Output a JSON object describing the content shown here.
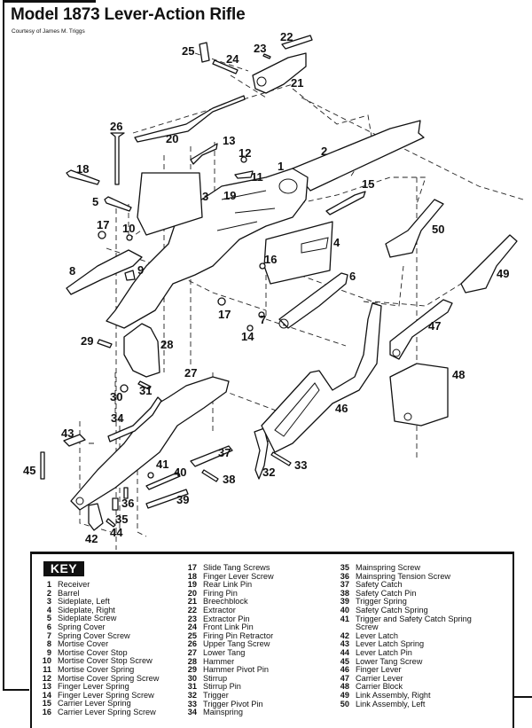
{
  "header": {
    "title": "Model 1873 Lever-Action Rifle",
    "credit": "Courtesy of James M. Triggs"
  },
  "diagram": {
    "labels": {
      "p1": "1",
      "p2": "2",
      "p3": "3",
      "p4": "4",
      "p5": "5",
      "p6": "6",
      "p7": "7",
      "p8": "8",
      "p9": "9",
      "p10": "10",
      "p11": "11",
      "p12": "12",
      "p13": "13",
      "p14": "14",
      "p15": "15",
      "p16": "16",
      "p17a": "17",
      "p17b": "17",
      "p18": "18",
      "p19": "19",
      "p20": "20",
      "p21": "21",
      "p22": "22",
      "p23": "23",
      "p24": "24",
      "p25": "25",
      "p26": "26",
      "p27": "27",
      "p28": "28",
      "p29": "29",
      "p30": "30",
      "p31": "31",
      "p32": "32",
      "p33": "33",
      "p34": "34",
      "p35": "35",
      "p36": "36",
      "p37": "37",
      "p38": "38",
      "p39": "39",
      "p40": "40",
      "p41": "41",
      "p42": "42",
      "p43": "43",
      "p44": "44",
      "p45": "45",
      "p46": "46",
      "p47": "47",
      "p48": "48",
      "p49": "49",
      "p50": "50"
    }
  },
  "key": {
    "heading": "KEY",
    "columns": [
      [
        {
          "num": "1",
          "name": "Receiver"
        },
        {
          "num": "2",
          "name": "Barrel"
        },
        {
          "num": "3",
          "name": "Sideplate, Left"
        },
        {
          "num": "4",
          "name": "Sideplate, Right"
        },
        {
          "num": "5",
          "name": "Sideplate Screw"
        },
        {
          "num": "6",
          "name": "Spring Cover"
        },
        {
          "num": "7",
          "name": "Spring Cover Screw"
        },
        {
          "num": "8",
          "name": "Mortise Cover"
        },
        {
          "num": "9",
          "name": "Mortise Cover Stop"
        },
        {
          "num": "10",
          "name": "Mortise Cover Stop Screw"
        },
        {
          "num": "11",
          "name": "Mortise Cover Spring"
        },
        {
          "num": "12",
          "name": "Mortise Cover Spring Screw"
        },
        {
          "num": "13",
          "name": "Finger Lever Spring"
        },
        {
          "num": "14",
          "name": "Finger Lever Spring Screw"
        },
        {
          "num": "15",
          "name": "Carrier Lever Spring"
        },
        {
          "num": "16",
          "name": "Carrier Lever Spring Screw"
        }
      ],
      [
        {
          "num": "17",
          "name": "Slide Tang Screws"
        },
        {
          "num": "18",
          "name": "Finger Lever Screw"
        },
        {
          "num": "19",
          "name": "Rear Link Pin"
        },
        {
          "num": "20",
          "name": "Firing Pin"
        },
        {
          "num": "21",
          "name": "Breechblock"
        },
        {
          "num": "22",
          "name": "Extractor"
        },
        {
          "num": "23",
          "name": "Extractor Pin"
        },
        {
          "num": "24",
          "name": "Front Link Pin"
        },
        {
          "num": "25",
          "name": "Firing Pin Retractor"
        },
        {
          "num": "26",
          "name": "Upper Tang Screw"
        },
        {
          "num": "27",
          "name": "Lower Tang"
        },
        {
          "num": "28",
          "name": "Hammer"
        },
        {
          "num": "29",
          "name": "Hammer Pivot Pin"
        },
        {
          "num": "30",
          "name": "Stirrup"
        },
        {
          "num": "31",
          "name": "Stirrup Pin"
        },
        {
          "num": "32",
          "name": "Trigger"
        },
        {
          "num": "33",
          "name": "Trigger Pivot Pin"
        },
        {
          "num": "34",
          "name": "Mainspring"
        }
      ],
      [
        {
          "num": "35",
          "name": "Mainspring Screw"
        },
        {
          "num": "36",
          "name": "Mainspring Tension Screw"
        },
        {
          "num": "37",
          "name": "Safety Catch"
        },
        {
          "num": "38",
          "name": "Safety Catch Pin"
        },
        {
          "num": "39",
          "name": "Trigger Spring"
        },
        {
          "num": "40",
          "name": "Safety Catch Spring"
        },
        {
          "num": "41",
          "name": "Trigger and Safety Catch Spring"
        },
        {
          "num": "",
          "name": "Screw"
        },
        {
          "num": "42",
          "name": "Lever Latch"
        },
        {
          "num": "43",
          "name": "Lever Latch Spring"
        },
        {
          "num": "44",
          "name": "Lever Latch Pin"
        },
        {
          "num": "45",
          "name": "Lower Tang Screw"
        },
        {
          "num": "46",
          "name": "Finger Lever"
        },
        {
          "num": "47",
          "name": "Carrier Lever"
        },
        {
          "num": "48",
          "name": "Carrier Block"
        },
        {
          "num": "49",
          "name": "Link Assembly, Right"
        },
        {
          "num": "50",
          "name": "Link Assembly, Left"
        }
      ]
    ]
  }
}
